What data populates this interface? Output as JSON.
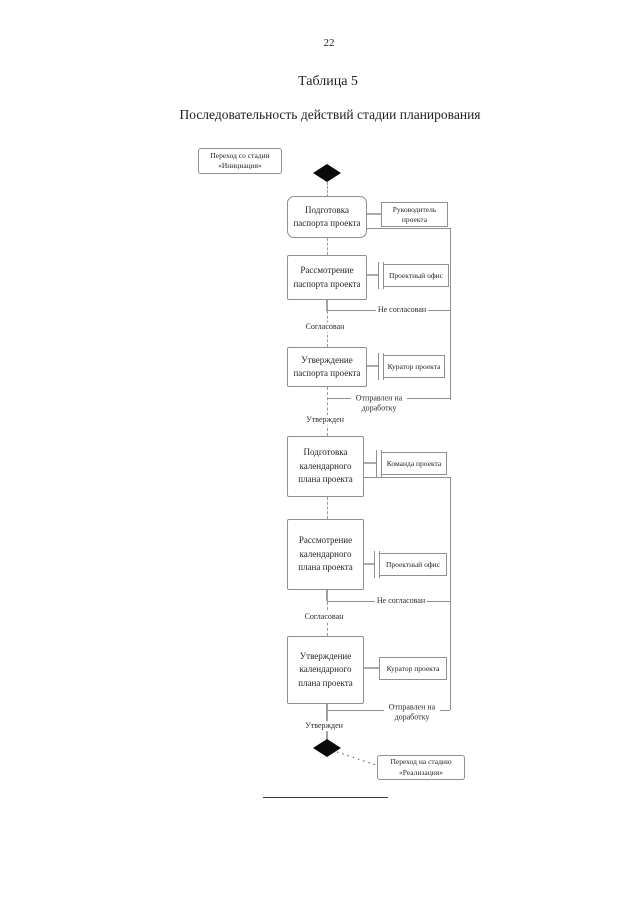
{
  "page": {
    "number": "22",
    "table_caption": "Таблица 5",
    "title": "Последовательность действий стадии планирования"
  },
  "flowchart": {
    "entry": "Переход со стадии «Инициация»",
    "exit": "Переход на стадию «Реализация»",
    "steps": {
      "prep_passport": "Подготовка паспорта проекта",
      "review_passport": "Рассмотрение паспорта проекта",
      "approve_passport": "Утверждение паспорта проекта",
      "prep_plan": "Подготовка календарного плана проекта",
      "review_plan": "Рассмотрение календарного плана проекта",
      "approve_plan": "Утверждение календарного плана проекта"
    },
    "actors": {
      "manager": "Руководитель проекта",
      "office_passport": "Проектный офис",
      "curator_passport": "Куратор проекта",
      "team": "Команда проекта",
      "office_plan": "Проектный офис",
      "curator_plan": "Куратор проекта"
    },
    "edge_labels": {
      "not_agreed_passport": "Не согласован",
      "agreed_passport": "Согласован",
      "rework_passport": "Отправлен на доработку",
      "approved_passport": "Утвержден",
      "not_agreed_plan": "Не согласован",
      "agreed_plan": "Согласован",
      "rework_plan": "Отправлен на доработку",
      "approved_plan": "Утвержден"
    }
  },
  "colors": {
    "ink": "#1f1f1f",
    "line": "#8f8f8f",
    "terminator": "#0a0a0a",
    "background": "#ffffff"
  }
}
